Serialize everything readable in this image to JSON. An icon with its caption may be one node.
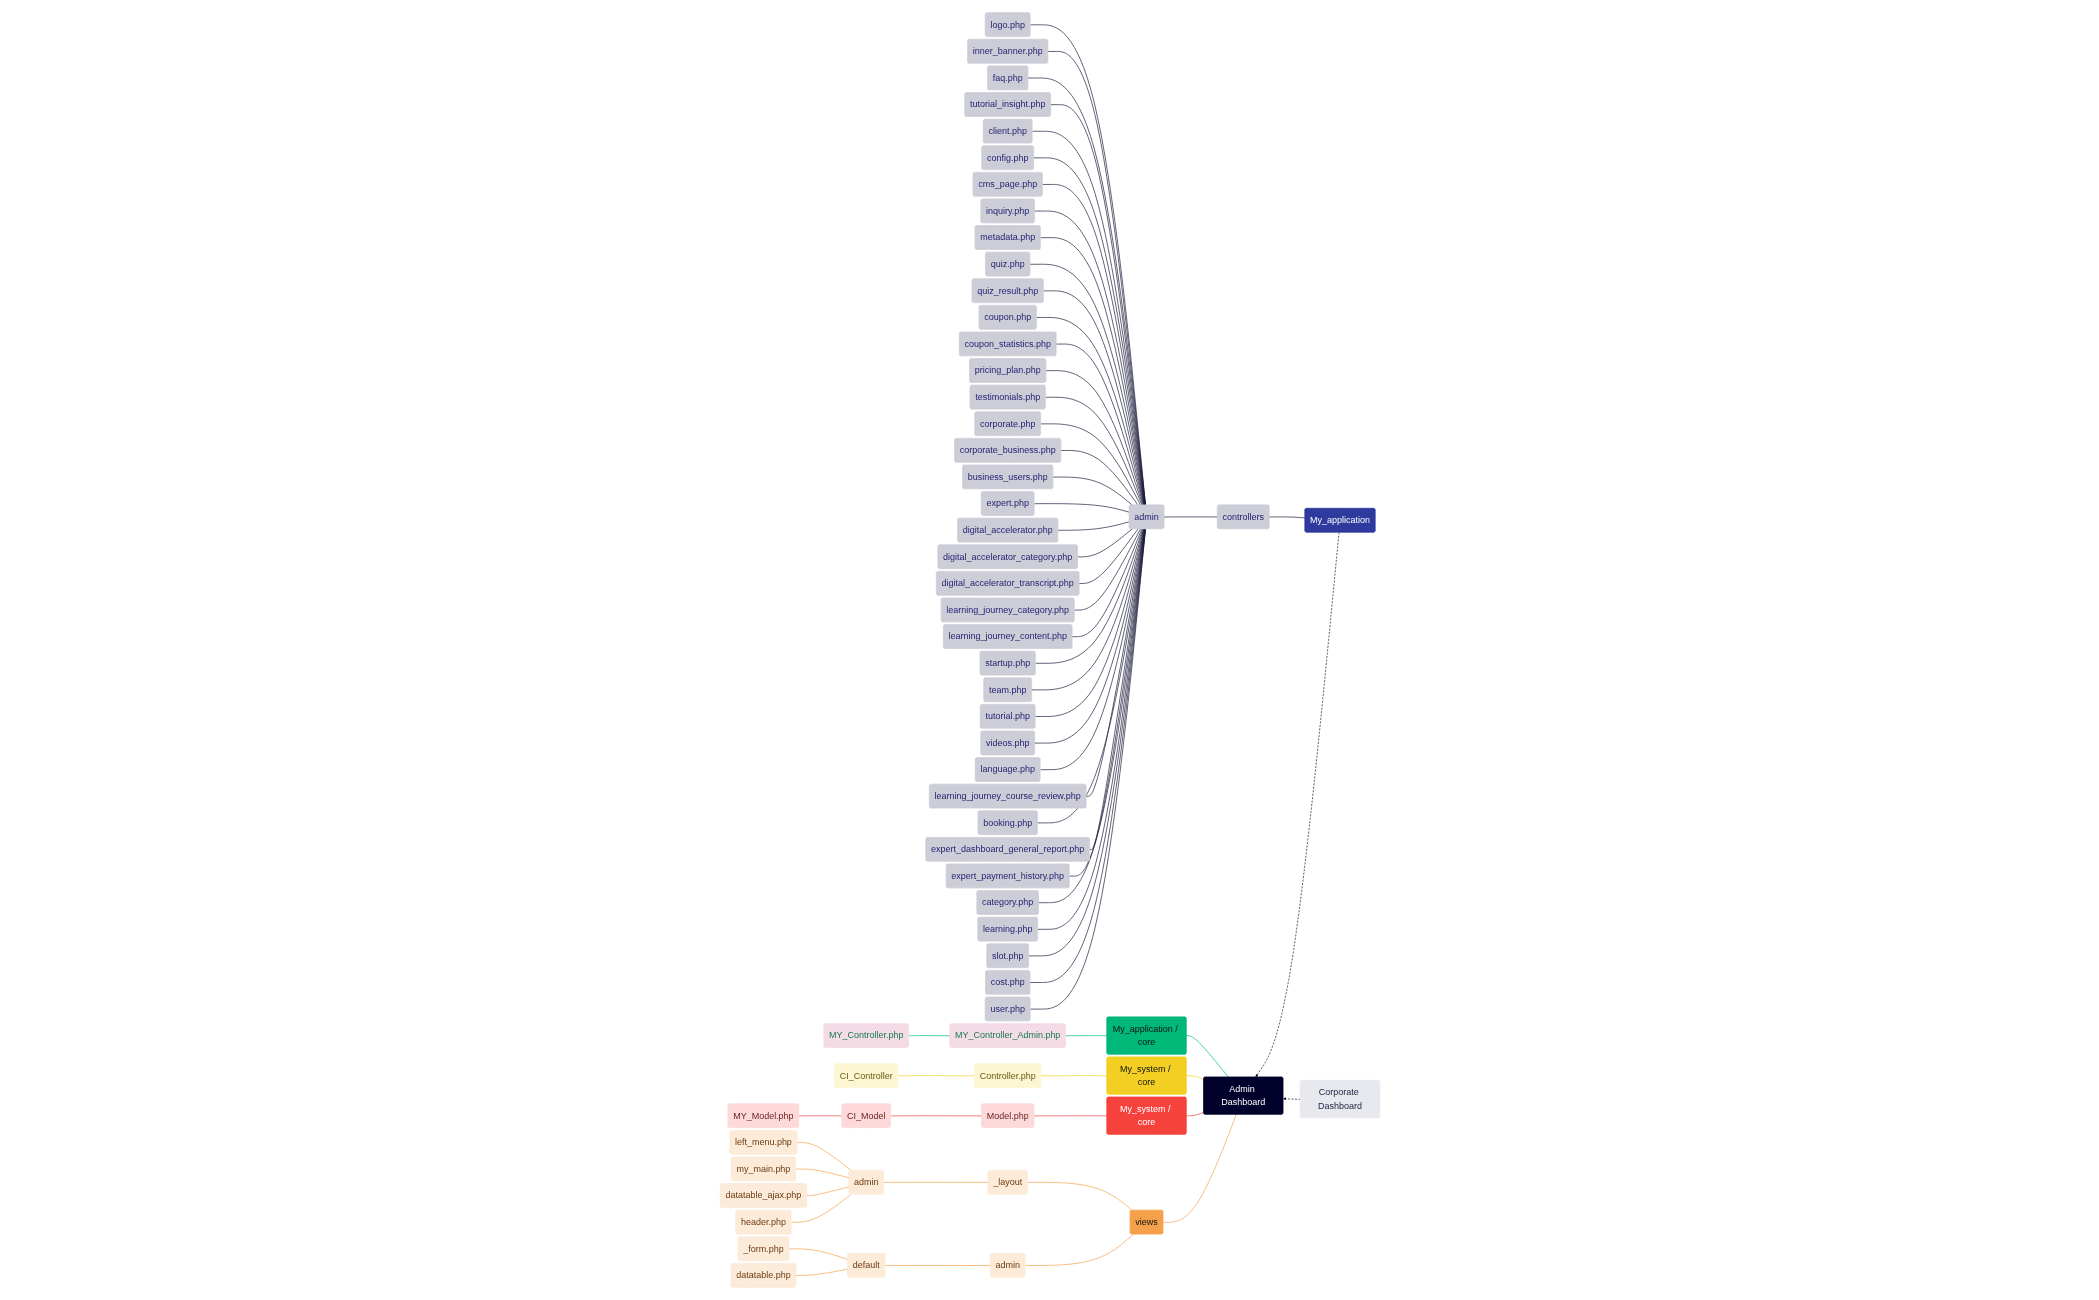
{
  "diagram": {
    "nodes": [
      {
        "text": [
          "Admin Dashboard"
        ]
      },
      {
        "text": [
          "My_application"
        ]
      },
      {
        "text": [
          "controllers"
        ]
      },
      {
        "text": [
          "admin"
        ]
      },
      {
        "text": [
          "logo.php"
        ]
      },
      {
        "text": [
          "inner_banner.php"
        ]
      },
      {
        "text": [
          "faq.php"
        ]
      },
      {
        "text": [
          "tutorial_insight.php"
        ]
      },
      {
        "text": [
          "client.php"
        ]
      },
      {
        "text": [
          "config.php"
        ]
      },
      {
        "text": [
          "cms_page.php"
        ]
      },
      {
        "text": [
          "inquiry.php"
        ]
      },
      {
        "text": [
          "metadata.php"
        ]
      },
      {
        "text": [
          "quiz.php"
        ]
      },
      {
        "text": [
          "quiz_result.php"
        ]
      },
      {
        "text": [
          "coupon.php"
        ]
      },
      {
        "text": [
          "coupon_statistics.php"
        ]
      },
      {
        "text": [
          "pricing_plan.php"
        ]
      },
      {
        "text": [
          "testimonials.php"
        ]
      },
      {
        "text": [
          "corporate.php"
        ]
      },
      {
        "text": [
          "corporate_business.php"
        ]
      },
      {
        "text": [
          "business_users.php"
        ]
      },
      {
        "text": [
          "expert.php"
        ]
      },
      {
        "text": [
          "digital_accelerator.php"
        ]
      },
      {
        "text": [
          "digital_accelerator_category.php"
        ]
      },
      {
        "text": [
          "digital_accelerator_transcript.php"
        ]
      },
      {
        "text": [
          "learning_journey_category.php"
        ]
      },
      {
        "text": [
          "learning_journey_content.php"
        ]
      },
      {
        "text": [
          "startup.php"
        ]
      },
      {
        "text": [
          "team.php"
        ]
      },
      {
        "text": [
          "tutorial.php"
        ]
      },
      {
        "text": [
          "videos.php"
        ]
      },
      {
        "text": [
          "language.php"
        ]
      },
      {
        "text": [
          "learning_journey_course_review.php"
        ]
      },
      {
        "text": [
          "booking.php"
        ]
      },
      {
        "text": [
          "expert_dashboard_general_report.php"
        ]
      },
      {
        "text": [
          "expert_payment_history.php"
        ]
      },
      {
        "text": [
          "category.php"
        ]
      },
      {
        "text": [
          "learning.php"
        ]
      },
      {
        "text": [
          "slot.php"
        ]
      },
      {
        "text": [
          "cost.php"
        ]
      },
      {
        "text": [
          "user.php"
        ]
      },
      {
        "text": [
          "My_application / core"
        ]
      },
      {
        "text": [
          "MY_Controller_Admin.php"
        ]
      },
      {
        "text": [
          "MY_Controller.php"
        ]
      },
      {
        "text": [
          "My_system / core"
        ]
      },
      {
        "text": [
          "Controller.php"
        ]
      },
      {
        "text": [
          "CI_Controller"
        ]
      },
      {
        "text": [
          "Corporate Dashboard"
        ]
      },
      {
        "text": [
          "My_system / core"
        ]
      },
      {
        "text": [
          "Model.php"
        ]
      },
      {
        "text": [
          "CI_Model"
        ]
      },
      {
        "text": [
          "MY_Model.php"
        ]
      },
      {
        "text": [
          "views"
        ]
      },
      {
        "text": [
          "_layout"
        ]
      },
      {
        "text": [
          "admin"
        ]
      },
      {
        "text": [
          "left_menu.php"
        ]
      },
      {
        "text": [
          "my_main.php"
        ]
      },
      {
        "text": [
          "datatable_ajax.php"
        ]
      },
      {
        "text": [
          "header.php"
        ]
      },
      {
        "text": [
          "admin"
        ]
      },
      {
        "text": [
          "default"
        ]
      },
      {
        "text": [
          "_form.php"
        ]
      },
      {
        "text": [
          "datatable.php"
        ]
      }
    ],
    "edges": [
      {
        "from": 1,
        "to": 0,
        "arrow": "to",
        "style": "dashed"
      },
      {
        "from": 1,
        "to": 2,
        "arrow": "none"
      },
      {
        "from": 2,
        "to": 3,
        "arrow": "none"
      },
      {
        "from": 3,
        "to": 4,
        "arrow": "none"
      },
      {
        "from": 3,
        "to": 5,
        "arrow": "none"
      },
      {
        "from": 3,
        "to": 6,
        "arrow": "none"
      },
      {
        "from": 3,
        "to": 7,
        "arrow": "none"
      },
      {
        "from": 3,
        "to": 8,
        "arrow": "none"
      },
      {
        "from": 3,
        "to": 9,
        "arrow": "none"
      },
      {
        "from": 3,
        "to": 10,
        "arrow": "none"
      },
      {
        "from": 3,
        "to": 11,
        "arrow": "none"
      },
      {
        "from": 3,
        "to": 12,
        "arrow": "none"
      },
      {
        "from": 3,
        "to": 13,
        "arrow": "none"
      },
      {
        "from": 3,
        "to": 14,
        "arrow": "none"
      },
      {
        "from": 3,
        "to": 15,
        "arrow": "none"
      },
      {
        "from": 3,
        "to": 16,
        "arrow": "none"
      },
      {
        "from": 3,
        "to": 17,
        "arrow": "none"
      },
      {
        "from": 3,
        "to": 18,
        "arrow": "none"
      },
      {
        "from": 3,
        "to": 19,
        "arrow": "none"
      },
      {
        "from": 3,
        "to": 20,
        "arrow": "none"
      },
      {
        "from": 3,
        "to": 21,
        "arrow": "none"
      },
      {
        "from": 3,
        "to": 22,
        "arrow": "none"
      },
      {
        "from": 3,
        "to": 23,
        "arrow": "none"
      },
      {
        "from": 3,
        "to": 24,
        "arrow": "none"
      },
      {
        "from": 3,
        "to": 25,
        "arrow": "none"
      },
      {
        "from": 3,
        "to": 26,
        "arrow": "none"
      },
      {
        "from": 3,
        "to": 27,
        "arrow": "none"
      },
      {
        "from": 3,
        "to": 28,
        "arrow": "none"
      },
      {
        "from": 3,
        "to": 29,
        "arrow": "none"
      },
      {
        "from": 3,
        "to": 30,
        "arrow": "none"
      },
      {
        "from": 3,
        "to": 31,
        "arrow": "none"
      },
      {
        "from": 3,
        "to": 32,
        "arrow": "none"
      },
      {
        "from": 3,
        "to": 33,
        "arrow": "none"
      },
      {
        "from": 3,
        "to": 34,
        "arrow": "none"
      },
      {
        "from": 3,
        "to": 35,
        "arrow": "none"
      },
      {
        "from": 3,
        "to": 36,
        "arrow": "none"
      },
      {
        "from": 3,
        "to": 37,
        "arrow": "none"
      },
      {
        "from": 3,
        "to": 38,
        "arrow": "none"
      },
      {
        "from": 3,
        "to": 39,
        "arrow": "none"
      },
      {
        "from": 3,
        "to": 40,
        "arrow": "none"
      },
      {
        "from": 3,
        "to": 41,
        "arrow": "none"
      },
      {
        "from": 0,
        "to": 42,
        "arrow": "none",
        "color": "#00b979"
      },
      {
        "from": 42,
        "to": 43,
        "arrow": "none",
        "color": "#00b979"
      },
      {
        "from": 43,
        "to": 44,
        "arrow": "none",
        "color": "#00b979"
      },
      {
        "from": 0,
        "to": 45,
        "arrow": "none",
        "color": "#f2cf22"
      },
      {
        "from": 45,
        "to": 46,
        "arrow": "none",
        "color": "#f2cf22"
      },
      {
        "from": 46,
        "to": 47,
        "arrow": "none",
        "color": "#f2cf22"
      },
      {
        "from": 48,
        "to": 0,
        "arrow": "to",
        "style": "dashed"
      },
      {
        "from": 0,
        "to": 49,
        "arrow": "none",
        "color": "#f5423c"
      },
      {
        "from": 49,
        "to": 50,
        "arrow": "none",
        "color": "#f5423c"
      },
      {
        "from": 50,
        "to": 51,
        "arrow": "none",
        "color": "#f5423c"
      },
      {
        "from": 51,
        "to": 52,
        "arrow": "none",
        "color": "#f5423c"
      },
      {
        "from": 0,
        "to": 53,
        "arrow": "none",
        "color": "#f5a04a"
      },
      {
        "from": 53,
        "to": 54,
        "arrow": "none",
        "color": "#f5a04a"
      },
      {
        "from": 54,
        "to": 55,
        "arrow": "none",
        "color": "#f5a04a"
      },
      {
        "from": 55,
        "to": 56,
        "arrow": "none",
        "color": "#f5a04a"
      },
      {
        "from": 55,
        "to": 57,
        "arrow": "none",
        "color": "#f5a04a"
      },
      {
        "from": 55,
        "to": 58,
        "arrow": "none",
        "color": "#f5a04a"
      },
      {
        "from": 55,
        "to": 59,
        "arrow": "none",
        "color": "#f5a04a"
      },
      {
        "from": 53,
        "to": 60,
        "arrow": "none",
        "color": "#f5a04a"
      },
      {
        "from": 60,
        "to": 61,
        "arrow": "none",
        "color": "#f5a04a"
      },
      {
        "from": 61,
        "to": 62,
        "arrow": "none",
        "color": "#f5a04a"
      },
      {
        "from": 61,
        "to": 63,
        "arrow": "none",
        "color": "#f5a04a"
      }
    ]
  }
}
